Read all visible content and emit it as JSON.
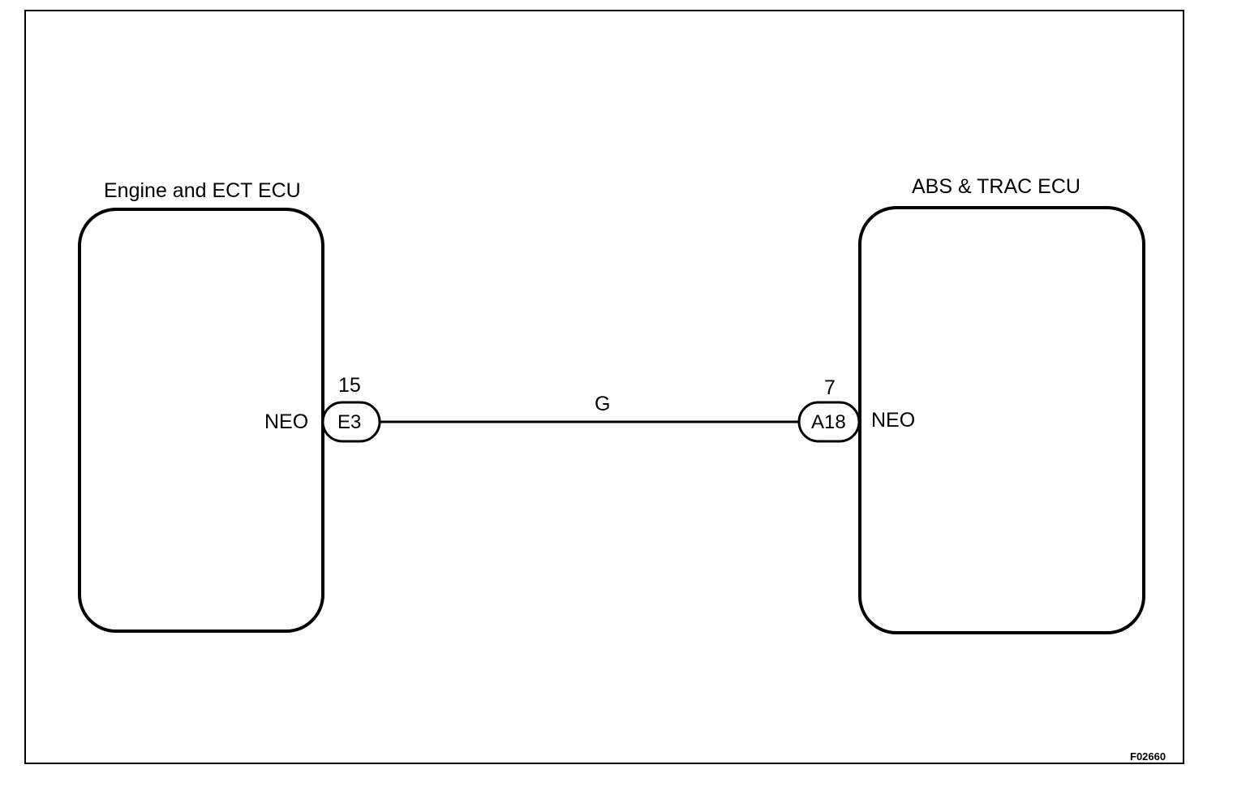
{
  "left_ecu": {
    "title": "Engine and ECT ECU",
    "terminal": "NEO",
    "connector": "E3",
    "pin": "15"
  },
  "right_ecu": {
    "title": "ABS & TRAC ECU",
    "terminal": "NEO",
    "connector": "A18",
    "pin": "7"
  },
  "wire": {
    "color_code": "G"
  },
  "figure_id": "F02660"
}
